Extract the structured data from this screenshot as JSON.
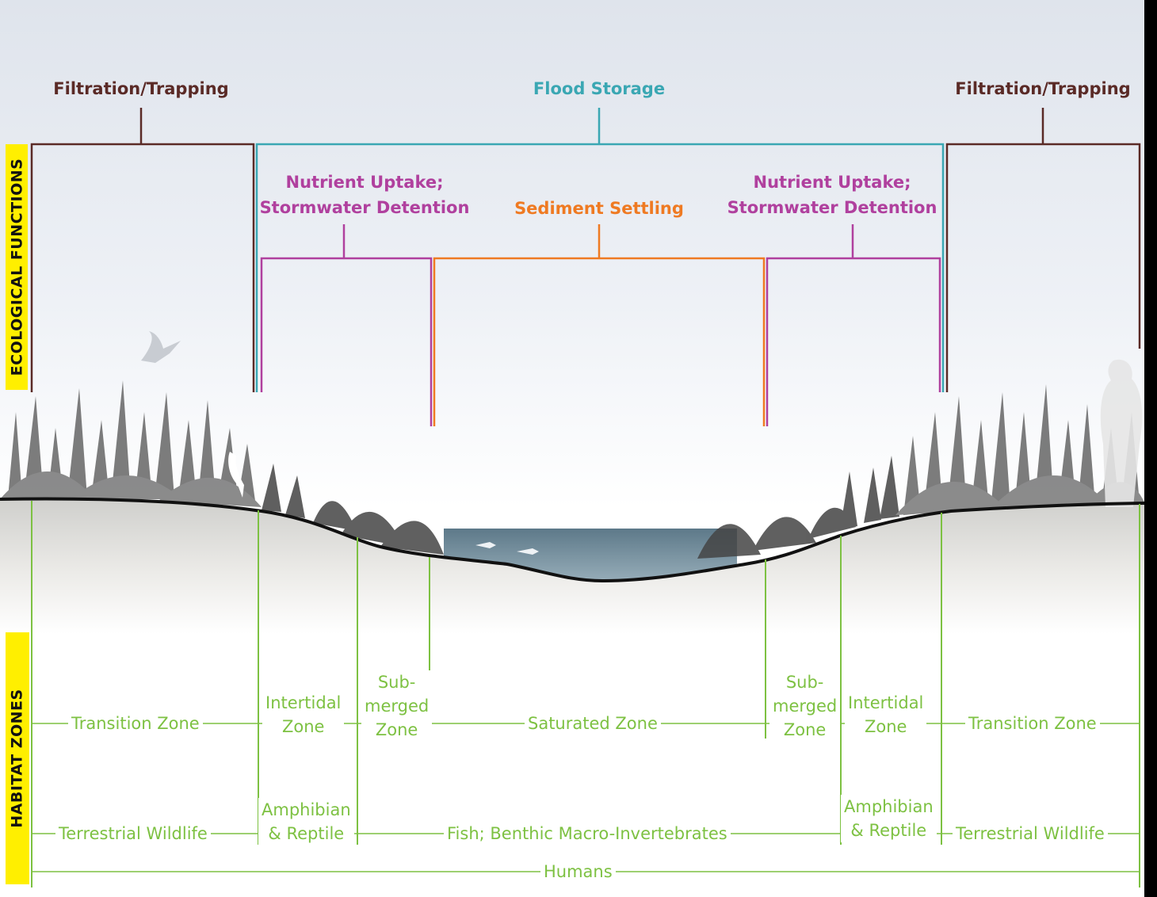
{
  "side_labels": {
    "ecological": "ECOLOGICAL FUNCTIONS",
    "habitat": "HABITAT ZONES"
  },
  "functions": {
    "filtration_left": "Filtration/Trapping",
    "flood_storage": "Flood Storage",
    "filtration_right": "Filtration/Trapping",
    "nutrient_left": [
      "Nutrient Uptake;",
      "Stormwater Detention"
    ],
    "sediment": "Sediment Settling",
    "nutrient_right": [
      "Nutrient Uptake;",
      "Stormwater Detention"
    ]
  },
  "zones": {
    "transition_left": "Transition Zone",
    "intertidal_left": [
      "Intertidal",
      "Zone"
    ],
    "submerged_left": [
      "Sub-",
      "merged",
      "Zone"
    ],
    "saturated": "Saturated Zone",
    "submerged_right": [
      "Sub-",
      "merged",
      "Zone"
    ],
    "intertidal_right": [
      "Intertidal",
      "Zone"
    ],
    "transition_right": "Transition Zone"
  },
  "wildlife": {
    "terrestrial_left": "Terrestrial Wildlife",
    "amphibian_left": [
      "Amphibian",
      "& Reptile"
    ],
    "fish": "Fish; Benthic Macro-Invertebrates",
    "amphibian_right": [
      "Amphibian",
      "& Reptile"
    ],
    "terrestrial_right": "Terrestrial Wildlife",
    "humans": "Humans"
  },
  "colors": {
    "filtration": "#5a2a26",
    "flood_storage": "#3aa7b3",
    "nutrient": "#b0409e",
    "sediment": "#ef7a22",
    "zone_green": "#7dc142",
    "label_yellow": "#ffef00",
    "ground_line": "#111111",
    "water": "#5f7f90"
  }
}
